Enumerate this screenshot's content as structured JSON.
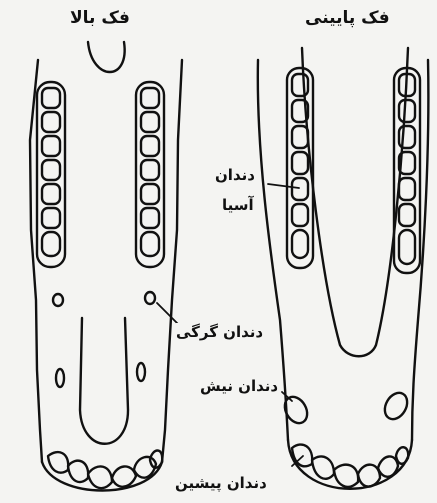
{
  "titles": {
    "upper_jaw": "فک بالا",
    "lower_jaw": "فک پایینی"
  },
  "labels": {
    "molar_line1": "دندان",
    "molar_line2": "آسیا",
    "wolf_tooth": "دندان گرگی",
    "canine": "دندان نیش",
    "incisor": "دندان پیشین"
  },
  "colors": {
    "ink": "#111111",
    "background": "#f4f4f2"
  }
}
